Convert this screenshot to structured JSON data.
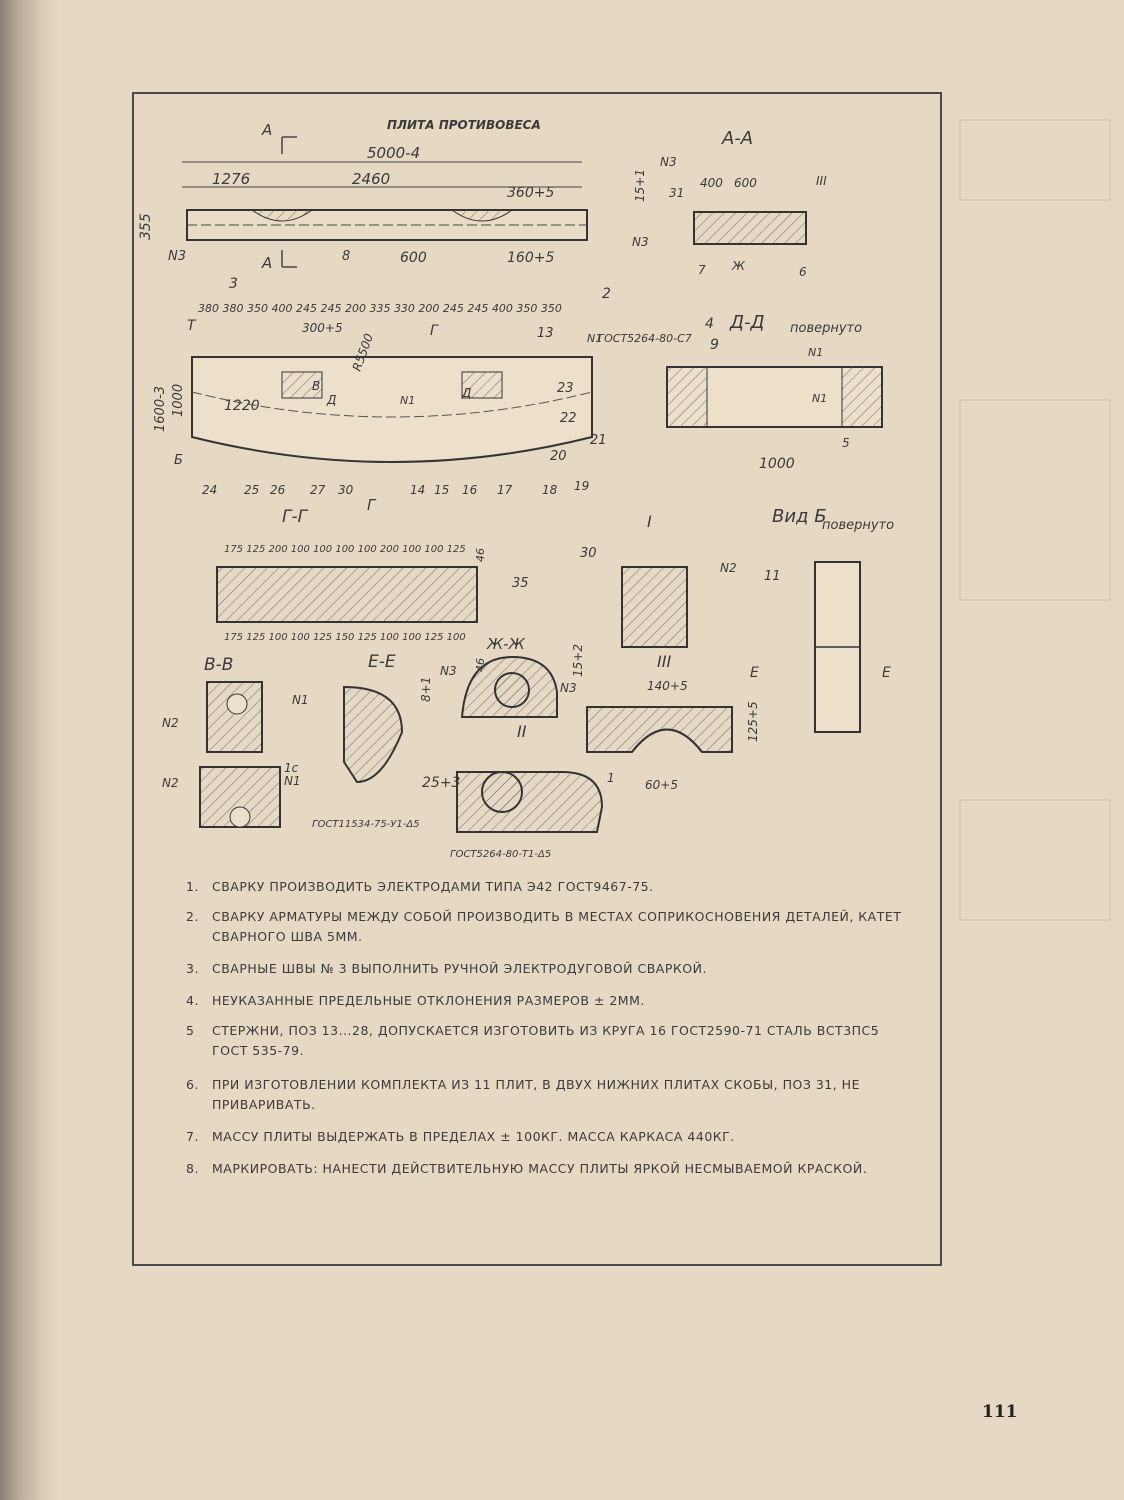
{
  "drawing": {
    "title": "ПЛИТА ПРОТИВОВЕСА",
    "section_aa": "А-А",
    "section_dd": "Д-Д",
    "section_dd_note": "повернуто",
    "view_b": "Вид Б",
    "view_b_note": "повернуто",
    "section_gg": "Г-Г",
    "section_vv": "В-В",
    "section_ee": "Е-Е",
    "section_zhzh": "Ж-Ж",
    "detail_i": "I",
    "detail_ii": "II",
    "detail_iii": "III",
    "dims": {
      "total_length": "5000-4",
      "d1276": "1276",
      "d2460": "2460",
      "d360": "360+5",
      "d355": "355",
      "d600": "600",
      "d160": "160+5",
      "d400": "400",
      "d600b": "600",
      "d1000": "1000",
      "d1600": "1600-3",
      "d1000v": "1000",
      "d1220": "1220",
      "r5500": "R5500",
      "d300": "300+5",
      "d30": "30",
      "d46": "46",
      "d140": "140+5",
      "d125": "125+5",
      "d60": "60+5",
      "d25": "25+3",
      "d8": "8+1",
      "d15": "15+2",
      "d15b": "15+1",
      "d31": "31",
      "d46b": "46",
      "top_row": "380 380 350 400 245 245 200 335 330 200 245 245 400 350 350",
      "gg_top": "175 125 200 100 100 100 100 200 100 100 125",
      "gg_bottom": "175 125 100 100 125 150 125 100 100 125 100"
    },
    "gost_marks": {
      "g1": "ГОСТ5264-80-С7",
      "g2": "ГОСТ11534-75-У1-Δ5",
      "g3": "ГОСТ5264-80-Т1-Δ5"
    },
    "callouts": [
      "А",
      "А",
      "Г",
      "Г",
      "Б",
      "Д",
      "Д",
      "Е",
      "Е",
      "Т",
      "В",
      "N1",
      "N1",
      "N1",
      "N1",
      "N1",
      "N2",
      "N2",
      "N2",
      "N3",
      "N3",
      "N3",
      "N3",
      "1",
      "1с",
      "2",
      "3",
      "4",
      "5",
      "6",
      "7",
      "8",
      "9",
      "11",
      "13",
      "14",
      "15",
      "16",
      "17",
      "18",
      "19",
      "20",
      "21",
      "22",
      "23",
      "24",
      "25",
      "26",
      "27",
      "30",
      "35",
      "Ж",
      "Ж"
    ]
  },
  "notes": [
    {
      "num": "1.",
      "text": "Сварку производить электродами типа Э42   ГОСТ9467-75."
    },
    {
      "num": "2.",
      "text": "Сварку арматуры между собой   производить в местах соприкосновения деталей, катет сварного шва  5мм."
    },
    {
      "num": "3.",
      "text": "Сварные швы № 3   выполнить ручной электродуговой сваркой."
    },
    {
      "num": "4.",
      "text": "Неуказанные предельные  отклонения  размеров ± 2мм."
    },
    {
      "num": "5",
      "text": "Стержни, поз 13...28, допускается   изготовить из круга  16 ГОСТ2590-71 сталь ВСт3пс5  ГОСТ  535-79."
    },
    {
      "num": "6.",
      "text": "При  изготовлении комплекта из 11 плит, в двух нижних  плитах скобы, поз 31, не приваривать."
    },
    {
      "num": "7.",
      "text": "Массу плиты выдержать в пределах ± 100кг. Масса каркаса 440кг."
    },
    {
      "num": "8.",
      "text": "Маркировать: нанести действительную массу плиты яркой несмываемой краской."
    }
  ],
  "page_number": "111"
}
